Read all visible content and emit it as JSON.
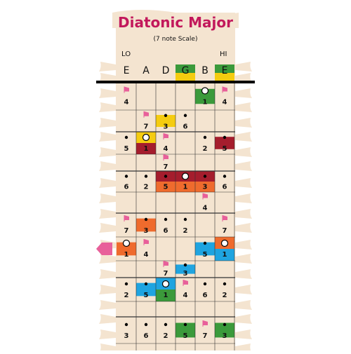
{
  "title": "Diatonic Major",
  "subtitle": "(7 note Scale)",
  "lo_label": "LO",
  "hi_label": "HI",
  "strings": [
    "E",
    "A",
    "D",
    "G",
    "B",
    "E"
  ],
  "colors": {
    "board": "#f4e4d0",
    "root": "#a51d2d",
    "orange": "#ef6b2d",
    "yellow": "#f5cc10",
    "green": "#3b9a3b",
    "blue": "#1fa4e0",
    "pink": "#e8609a",
    "line": "#333333",
    "nut": "#000000"
  },
  "open_notes": [
    {
      "string": 3,
      "color": "green"
    },
    {
      "string": 3,
      "color": "yellow"
    },
    {
      "string": 5,
      "color": "green"
    },
    {
      "string": 5,
      "color": "yellow"
    }
  ],
  "fret_cells": [
    {
      "fret": 1,
      "string": 4,
      "color": "green"
    },
    {
      "fret": 2,
      "string": 2,
      "color": "yellow"
    },
    {
      "fret": 3,
      "string": 1,
      "color": "yellow"
    },
    {
      "fret": 3,
      "string": 1,
      "color": "root"
    },
    {
      "fret": 3,
      "string": 5,
      "color": "root"
    },
    {
      "fret": 5,
      "string": 2,
      "color": "root"
    },
    {
      "fret": 5,
      "string": 3,
      "color": "root"
    },
    {
      "fret": 5,
      "string": 4,
      "color": "root"
    },
    {
      "fret": 5,
      "string": 2,
      "color": "orange"
    },
    {
      "fret": 5,
      "string": 3,
      "color": "orange"
    },
    {
      "fret": 5,
      "string": 4,
      "color": "orange"
    },
    {
      "fret": 7,
      "string": 1,
      "color": "orange"
    },
    {
      "fret": 8,
      "string": 0,
      "color": "orange"
    },
    {
      "fret": 8,
      "string": 4,
      "color": "blue"
    },
    {
      "fret": 8,
      "string": 5,
      "color": "orange"
    },
    {
      "fret": 8,
      "string": 5,
      "color": "blue"
    },
    {
      "fret": 9,
      "string": 3,
      "color": "blue"
    },
    {
      "fret": 10,
      "string": 1,
      "color": "blue"
    },
    {
      "fret": 10,
      "string": 2,
      "color": "blue"
    },
    {
      "fret": 10,
      "string": 2,
      "color": "green"
    },
    {
      "fret": 12,
      "string": 3,
      "color": "green"
    },
    {
      "fret": 12,
      "string": 5,
      "color": "green"
    }
  ],
  "notes": [
    {
      "fret": 1,
      "string": 0,
      "mark": "flag",
      "degree": "4"
    },
    {
      "fret": 1,
      "string": 4,
      "mark": "circle",
      "degree": "1"
    },
    {
      "fret": 1,
      "string": 5,
      "mark": "flag",
      "degree": "4"
    },
    {
      "fret": 2,
      "string": 1,
      "mark": "flag",
      "degree": "7"
    },
    {
      "fret": 2,
      "string": 2,
      "mark": "dot",
      "degree": "3"
    },
    {
      "fret": 2,
      "string": 3,
      "mark": "dot",
      "degree": "6"
    },
    {
      "fret": 3,
      "string": 0,
      "mark": "dot",
      "degree": "5"
    },
    {
      "fret": 3,
      "string": 1,
      "mark": "circle",
      "degree": "1"
    },
    {
      "fret": 3,
      "string": 2,
      "mark": "flag",
      "degree": "4"
    },
    {
      "fret": 3,
      "string": 4,
      "mark": "dot",
      "degree": "2"
    },
    {
      "fret": 3,
      "string": 5,
      "mark": "dot",
      "degree": "5"
    },
    {
      "fret": 4,
      "string": 2,
      "mark": "flag",
      "degree": "7"
    },
    {
      "fret": 5,
      "string": 0,
      "mark": "dot",
      "degree": "6"
    },
    {
      "fret": 5,
      "string": 1,
      "mark": "dot",
      "degree": "2"
    },
    {
      "fret": 5,
      "string": 2,
      "mark": "dot",
      "degree": "5"
    },
    {
      "fret": 5,
      "string": 3,
      "mark": "circle",
      "degree": "1"
    },
    {
      "fret": 5,
      "string": 4,
      "mark": "dot",
      "degree": "3"
    },
    {
      "fret": 5,
      "string": 5,
      "mark": "dot",
      "degree": "6"
    },
    {
      "fret": 6,
      "string": 4,
      "mark": "flag",
      "degree": "4"
    },
    {
      "fret": 7,
      "string": 0,
      "mark": "flag",
      "degree": "7"
    },
    {
      "fret": 7,
      "string": 1,
      "mark": "dot",
      "degree": "3"
    },
    {
      "fret": 7,
      "string": 2,
      "mark": "dot",
      "degree": "6"
    },
    {
      "fret": 7,
      "string": 3,
      "mark": "dot",
      "degree": "2"
    },
    {
      "fret": 7,
      "string": 5,
      "mark": "flag",
      "degree": "7"
    },
    {
      "fret": 8,
      "string": 0,
      "mark": "circle",
      "degree": "1"
    },
    {
      "fret": 8,
      "string": 1,
      "mark": "flag",
      "degree": "4"
    },
    {
      "fret": 8,
      "string": 4,
      "mark": "dot",
      "degree": "5"
    },
    {
      "fret": 8,
      "string": 5,
      "mark": "circle",
      "degree": "1"
    },
    {
      "fret": 9,
      "string": 2,
      "mark": "flag",
      "degree": "7"
    },
    {
      "fret": 9,
      "string": 3,
      "mark": "dot",
      "degree": "3"
    },
    {
      "fret": 10,
      "string": 0,
      "mark": "dot",
      "degree": "2"
    },
    {
      "fret": 10,
      "string": 1,
      "mark": "dot",
      "degree": "5"
    },
    {
      "fret": 10,
      "string": 2,
      "mark": "circle",
      "degree": "1"
    },
    {
      "fret": 10,
      "string": 3,
      "mark": "flag",
      "degree": "4"
    },
    {
      "fret": 10,
      "string": 4,
      "mark": "dot",
      "degree": "6"
    },
    {
      "fret": 10,
      "string": 5,
      "mark": "dot",
      "degree": "2"
    },
    {
      "fret": 12,
      "string": 0,
      "mark": "dot",
      "degree": "3"
    },
    {
      "fret": 12,
      "string": 1,
      "mark": "dot",
      "degree": "6"
    },
    {
      "fret": 12,
      "string": 2,
      "mark": "dot",
      "degree": "2"
    },
    {
      "fret": 12,
      "string": 3,
      "mark": "dot",
      "degree": "5"
    },
    {
      "fret": 12,
      "string": 4,
      "mark": "flag",
      "degree": "7"
    },
    {
      "fret": 12,
      "string": 5,
      "mark": "dot",
      "degree": "3"
    }
  ],
  "double_frets": [
    3,
    5,
    7,
    10,
    12
  ],
  "marker_fret": 8
}
